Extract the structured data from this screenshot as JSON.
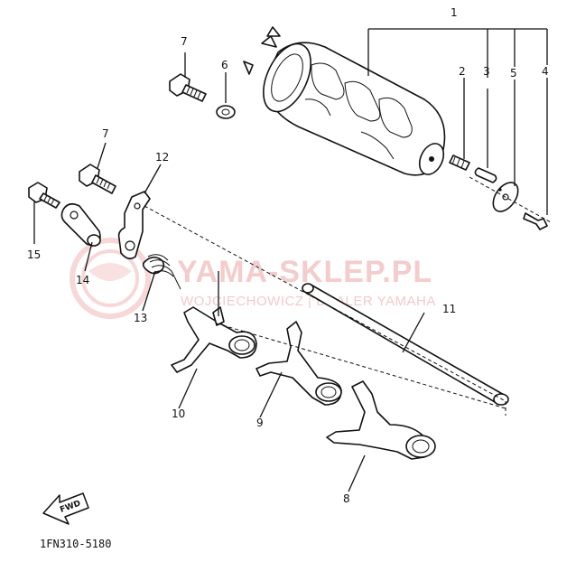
{
  "diagram": {
    "part_code": "1FN310-5180",
    "fwd_label": "FWD",
    "watermark": {
      "brand": "YAMA-SKLEP.PL",
      "dealer": "WOJCIECHOWICZ | DEALER YAMAHA"
    },
    "callouts": {
      "c1": "1",
      "c2": "2",
      "c3": "3",
      "c4": "4",
      "c5": "5",
      "c6": "6",
      "c7a": "7",
      "c7b": "7",
      "c8": "8",
      "c9": "9",
      "c10": "10",
      "c11": "11",
      "c12": "12",
      "c13": "13",
      "c14": "14",
      "c15": "15"
    }
  }
}
